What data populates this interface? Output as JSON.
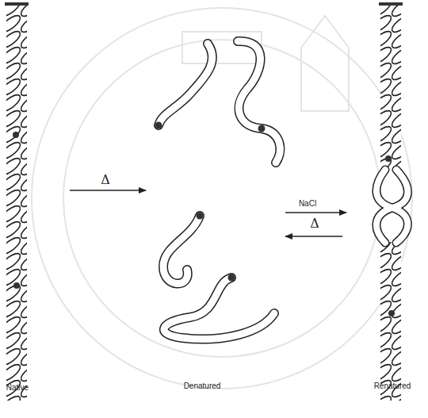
{
  "diagram": {
    "labels": [
      "Δ",
      "NaCl",
      "Δ",
      "Native",
      "Denatured",
      "Renatured"
    ]
  }
}
